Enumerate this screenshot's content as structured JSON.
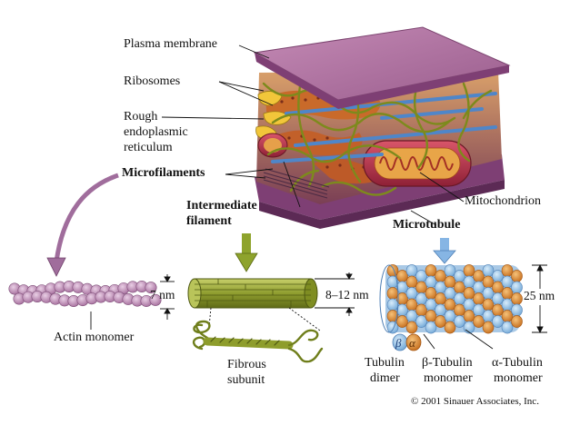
{
  "labels": {
    "plasma_membrane": "Plasma membrane",
    "ribosomes": "Ribosomes",
    "rough_er_1": "Rough",
    "rough_er_2": "endoplasmic",
    "rough_er_3": "reticulum",
    "microfilaments": "Microfilaments",
    "intermediate_1": "Intermediate",
    "intermediate_2": "filament",
    "mitochondrion": "Mitochondrion",
    "microtubule": "Microtubule",
    "actin_size": "7 nm",
    "actin_monomer": "Actin monomer",
    "if_size": "8–12 nm",
    "fibrous_1": "Fibrous",
    "fibrous_2": "subunit",
    "mt_size": "25 nm",
    "tubulin_dimer_1": "Tubulin",
    "tubulin_dimer_2": "dimer",
    "beta_1": "β-Tubulin",
    "beta_2": "monomer",
    "alpha_1": "α-Tubulin",
    "alpha_2": "monomer",
    "beta_symbol": "β",
    "alpha_symbol": "α",
    "copyright": "© 2001 Sinauer Associates, Inc."
  },
  "colors": {
    "membrane": "#9b5b8e",
    "membrane_top": "#b77aa9",
    "cytoskeleton": "#7a8a1e",
    "er": "#c96a2a",
    "mitochondrion": "#b3344a",
    "microtubule_blue": "#5a8fd0",
    "tubulin_alpha": "#e08a2a",
    "tubulin_beta": "#8fc3ea",
    "actin": "#b886b0",
    "intermediate": "#8a9a2e"
  }
}
